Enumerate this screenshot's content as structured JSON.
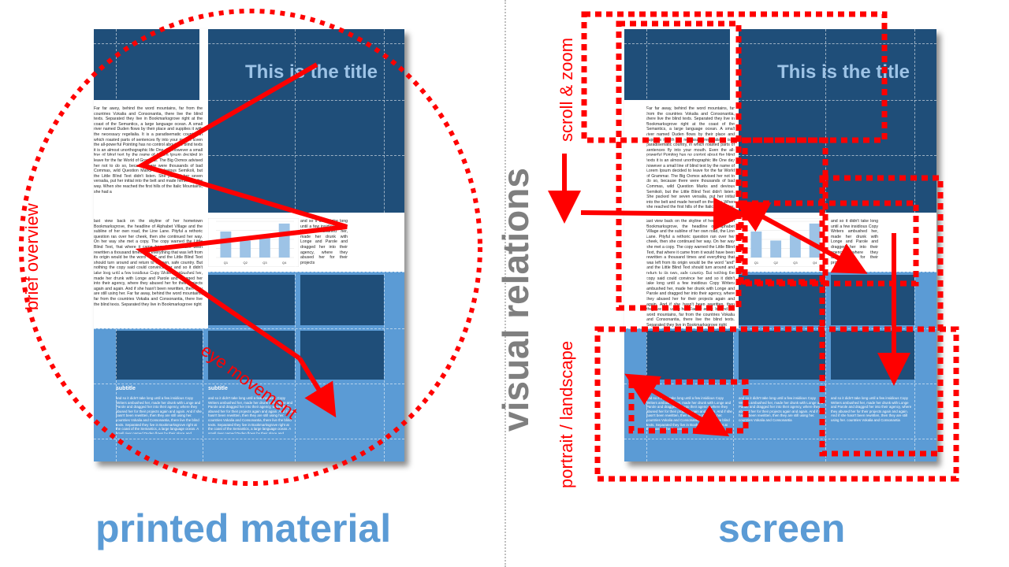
{
  "left": {
    "doc_title": "This is the title",
    "paragraph1": "Far far away, behind the word mountains, far from the countries Vokalia and Consonantia, there live the blind texts. Separated they live in Bookmarksgrove right at the coast of the Semantics, a large language ocean. A small river named Duden flows by their place and supplies it with the necessary regelialia. It is a paradisematic country, in which roasted parts of sentences fly into your mouth. Even the all-powerful Pointing has no control about the blind texts it is an almost unorthographic life One day however a small line of blind text by the name of Lorem Ipsum decided to leave for the far World of Grammar. The Big Oxmox advised her not to do so, because there were thousands of bad Commas, wild Question Marks and devious Semikoli, but the Little Blind Text didn't listen. She packed her seven versalia, put her initial into the belt and made herself on the way. When she reached the first hills of the Italic Mountains, she had a",
    "paragraph2": "last view back on the skyline of her hometown Bookmarksgrove, the headline of Alphabet Village and the subline of her own road, the Line Lane. Pityful a rethoric question ran over her cheek, then she continued her way. On her way she met a copy. The copy warned the Little Blind Text, that where it came from it would have been rewritten a thousand times and everything that was left from its origin would be the word \"and\" and the Little Blind Text should turn around and return to its own, safe country. But nothing the copy said could convince her and so it didn't take long until a few insidious Copy Writers ambushed her, made her drunk with Longe and Parole and dragged her into their agency, where they abused her for their projects again and again. And if she hasn't been rewritten, then they are still using her. Far far away, behind the word mountains, far from the countries Vokalia and Consonantia, there live the blind texts. Separated they live in Bookmarksgrove right",
    "side_text": "and so it didn't take long until a few insidious Copy Writers ambushed her, made her drunk with Longe and Parole and dragged her into their agency, where they abused her for their projects",
    "subtitle1": "subtitle",
    "subtitle2": "subtitle",
    "small_text1": "and so it didn't take long until a few insidious Copy Writers ambushed her, made her drunk with Longe and Parole and dragged her into their agency, where they abused her for their projects again and again. And if she hasn't been rewritten, then they are still using her. countries Vokalia and Consonantia, there live the blind texts. Separated they live in Bookmarksgrove right at the coast of the Semantics, a large language ocean. A small river named Duden flows by their place and supplies it with the",
    "small_text2": "and so it didn't take long until a few insidious Copy Writers ambushed her, made her drunk with Longe and Parole and dragged her into their agency, where they abused her for their projects again and again. And if she hasn't been rewritten, then they are still using her. countries Vokalia and Consonantia, there live the blind texts. Separated they live in Bookmarksgrove right at the coast of the Semantics, a large language ocean. A small river named Duden flows by their place and supplies it with the",
    "eye_label": "eye movement",
    "overview_label": "brief overview",
    "caption": "printed material"
  },
  "right": {
    "doc_title": "This is the title",
    "paragraph1": "Far far away, behind the word mountains, far from the countries Vokalia and Consonantia, there live the blind texts. Separated they live in Bookmarksgrove right at the coast of the Semantics, a large language ocean. A small river named Duden flows by their place and supplies it with the necessary regelialia. It is a paradisematic country, in which roasted parts of sentences fly into your mouth. Even the all-powerful Pointing has no control about the blind texts it is an almost unorthographic life One day however a small line of blind text by the name of Lorem Ipsum decided to leave for the far World of Grammar. The Big Oxmox advised her not to do so, because there were thousands of bad Commas, wild Question Marks and devious Semikoli, but the Little Blind Text didn't listen. She packed her seven versalia, put her initial into the belt and made herself on the way. When she reached the first hills of the Italic Mountains, she had a",
    "paragraph2": "last view back on the skyline of her hometown Bookmarksgrove, the headline of Alphabet Village and the subline of her own road, the Line Lane. Pityful a rethoric question ran over her cheek, then she continued her way. On her way she met a copy. The copy warned the Little Blind Text, that where it came from it would have been rewritten a thousand times and everything that was left from its origin would be the word \"and\" and the Little Blind Text should turn around and return to its own, safe country. But nothing the copy said could convince her and so it didn't take long until a few insidious Copy Writers ambushed her, made her drunk with Longe and Parole and dragged her into their agency, where they abused her for their projects again and again. And if she hasn't been rewritten, then they are still using her. Far far away, behind the word mountains, far from the countries Vokalia and Consonantia, there live the blind texts. Separated they live in Bookmarksgrove right",
    "side_text": "and so it didn't take long until a few insidious Copy Writers ambushed her, made her drunk with Longe and Parole and dragged her into their agency, where they abused her for their projects",
    "small_text1": "and so it didn't take long until a few insidious Copy Writers ambushed her, made her drunk with Longe and Parole and dragged her into their agency, where they abused her for their projects again and again. And if she hasn't been rewritten, then they are still using her. countries Vokalia and Consonantia, there live the blind texts. Separated they live in Bookmarksgrove right at the coast of the Semantics",
    "small_text2": "and so it didn't take long until a few insidious Copy Writers ambushed her, made her drunk with Longe and Parole and dragged her into their agency, where they abused her for their projects again and again. And if she hasn't been rewritten, then they are still using her. countries Vokalia and Consonantia",
    "small_text3": "and so it didn't take long until a few insidious Copy Writers ambushed her, made her drunk with Longe and Parole and dragged her into their agency, where they abused her for their projects again and again. And if she hasn't been rewritten, then they are still using her. countries Vokalia and Consonantia",
    "scroll_label": "scroll & zoom",
    "portrait_label": "portrait / landscape",
    "caption": "screen"
  },
  "center_label": "visual relations",
  "mini_chart": {
    "type": "bar",
    "categories": [
      "Q1",
      "Q2",
      "Q3",
      "Q4"
    ],
    "values": [
      2.3,
      1.5,
      2.0,
      3.0
    ],
    "ylim": [
      0,
      3.2
    ],
    "ylabel": ""
  },
  "colors": {
    "dark_blue": "#1f4e79",
    "mid_blue": "#5b9bd5",
    "light_blue": "#9dc3e6",
    "red": "#ff0000",
    "grey": "#7f7f7f"
  }
}
